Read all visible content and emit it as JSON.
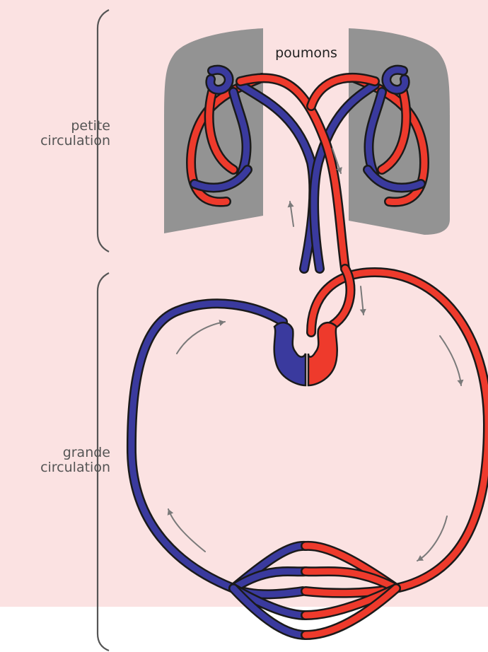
{
  "labels": {
    "petite": [
      "petite",
      "circulation"
    ],
    "grande": [
      "grande",
      "circulation"
    ],
    "poumons": "poumons"
  },
  "colors": {
    "background": "#fbe2e2",
    "white_band": "#ffffff",
    "lung": "#939393",
    "venous": "#3a3a9e",
    "arterial": "#ee3a2c",
    "outline": "#1a1a1a",
    "arrow": "#7a7a7a",
    "bracket": "#555555"
  }
}
